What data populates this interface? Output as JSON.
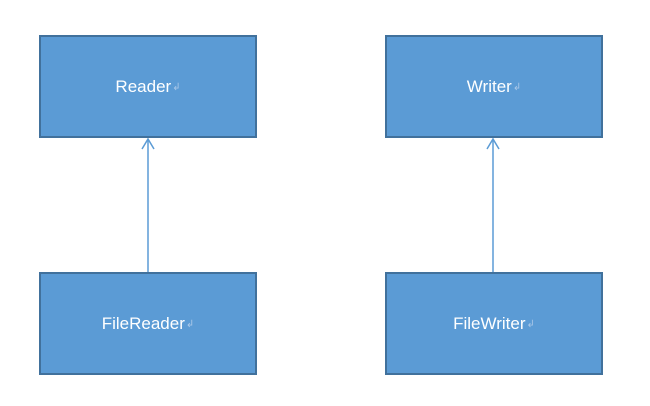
{
  "diagram": {
    "nodes": {
      "reader": {
        "label": "Reader"
      },
      "writer": {
        "label": "Writer"
      },
      "filereader": {
        "label": "FileReader"
      },
      "filewriter": {
        "label": "FileWriter"
      }
    },
    "edges": [
      {
        "from": "filereader",
        "to": "reader",
        "style": "open-arrow"
      },
      {
        "from": "filewriter",
        "to": "writer",
        "style": "open-arrow"
      }
    ],
    "colors": {
      "box_fill": "#5b9bd5",
      "box_border": "#41719c",
      "arrow": "#5b9bd5",
      "text": "#ffffff"
    }
  },
  "glyphs": {
    "paragraph_mark": "↲"
  }
}
